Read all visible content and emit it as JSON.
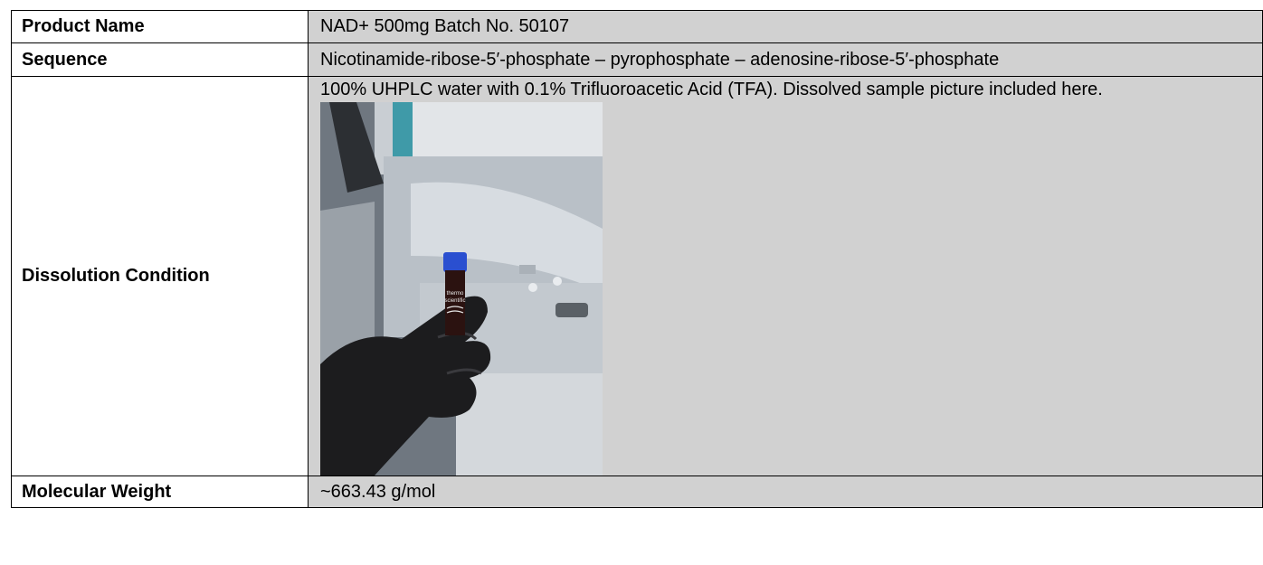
{
  "rows": [
    {
      "label": "Product Name",
      "value": "NAD+ 500mg Batch No. 50107"
    },
    {
      "label": "Sequence",
      "value": "Nicotinamide-ribose-5′-phosphate – pyrophosphate – adenosine-ribose-5′-phosphate"
    },
    {
      "label": "Dissolution Condition",
      "value": "100% UHPLC water with 0.1% Trifluoroacetic Acid (TFA). Dissolved sample picture included here."
    },
    {
      "label": "Molecular Weight",
      "value": "~663.43 g/mol"
    }
  ],
  "photo": {
    "vial_label": [
      "thermo",
      "scientific"
    ],
    "colors": {
      "cap": "#2a4fd0",
      "glove": "#1c1c1e",
      "instrument": "#c9ced3"
    }
  }
}
